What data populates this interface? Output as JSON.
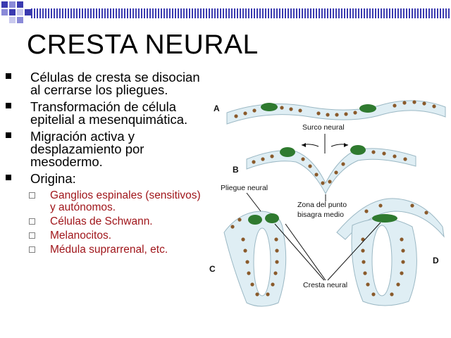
{
  "slide": {
    "title": "CRESTA NEURAL",
    "bullets": [
      {
        "text": "Células de cresta se disocian al cerrarse los pliegues."
      },
      {
        "text": "Transformación de célula epitelial a mesenquimática."
      },
      {
        "text": "Migración activa y desplazamiento por mesodermo."
      },
      {
        "text": "Origina:"
      }
    ],
    "sub_bullets": [
      {
        "text": "Ganglios espinales (sensitivos) y autónomos."
      },
      {
        "text": "Células de Schwann."
      },
      {
        "text": "Melanocitos."
      },
      {
        "text": "Médula suprarrenal, etc."
      }
    ]
  },
  "figure": {
    "labels": {
      "a": "A",
      "b": "B",
      "c": "C",
      "d": "D",
      "surco": "Surco neural",
      "pliegue": "Pliegue neural",
      "zona_line1": "Zona del punto",
      "zona_line2": "bisagra medio",
      "cresta": "Cresta neural"
    }
  },
  "colors": {
    "accent": "#3b3bb0",
    "subtext": "#a0161b",
    "tissue": "#dfeef4",
    "cells": "#8a5a2b",
    "crest": "#2f7a2f"
  }
}
